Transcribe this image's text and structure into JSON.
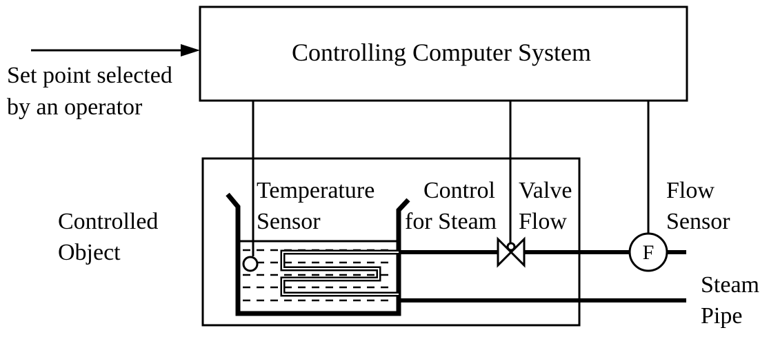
{
  "diagram": {
    "computer_box_label": "Controlling Computer System",
    "setpoint_label_line1": "Set point selected",
    "setpoint_label_line2": "by an operator",
    "controlled_object_line1": "Controlled",
    "controlled_object_line2": "Object",
    "temp_sensor_line1": "Temperature",
    "temp_sensor_line2": "Sensor",
    "control_valve_line1a": "Control",
    "control_valve_line1b": "Valve",
    "control_valve_line2a": "for Steam",
    "control_valve_line2b": "Flow",
    "flow_sensor_line1": "Flow",
    "flow_sensor_line2": "Sensor",
    "flow_sensor_symbol": "F",
    "steam_pipe_line1": "Steam",
    "steam_pipe_line2": "Pipe"
  },
  "colors": {
    "ink": "#000000",
    "background": "#ffffff"
  }
}
